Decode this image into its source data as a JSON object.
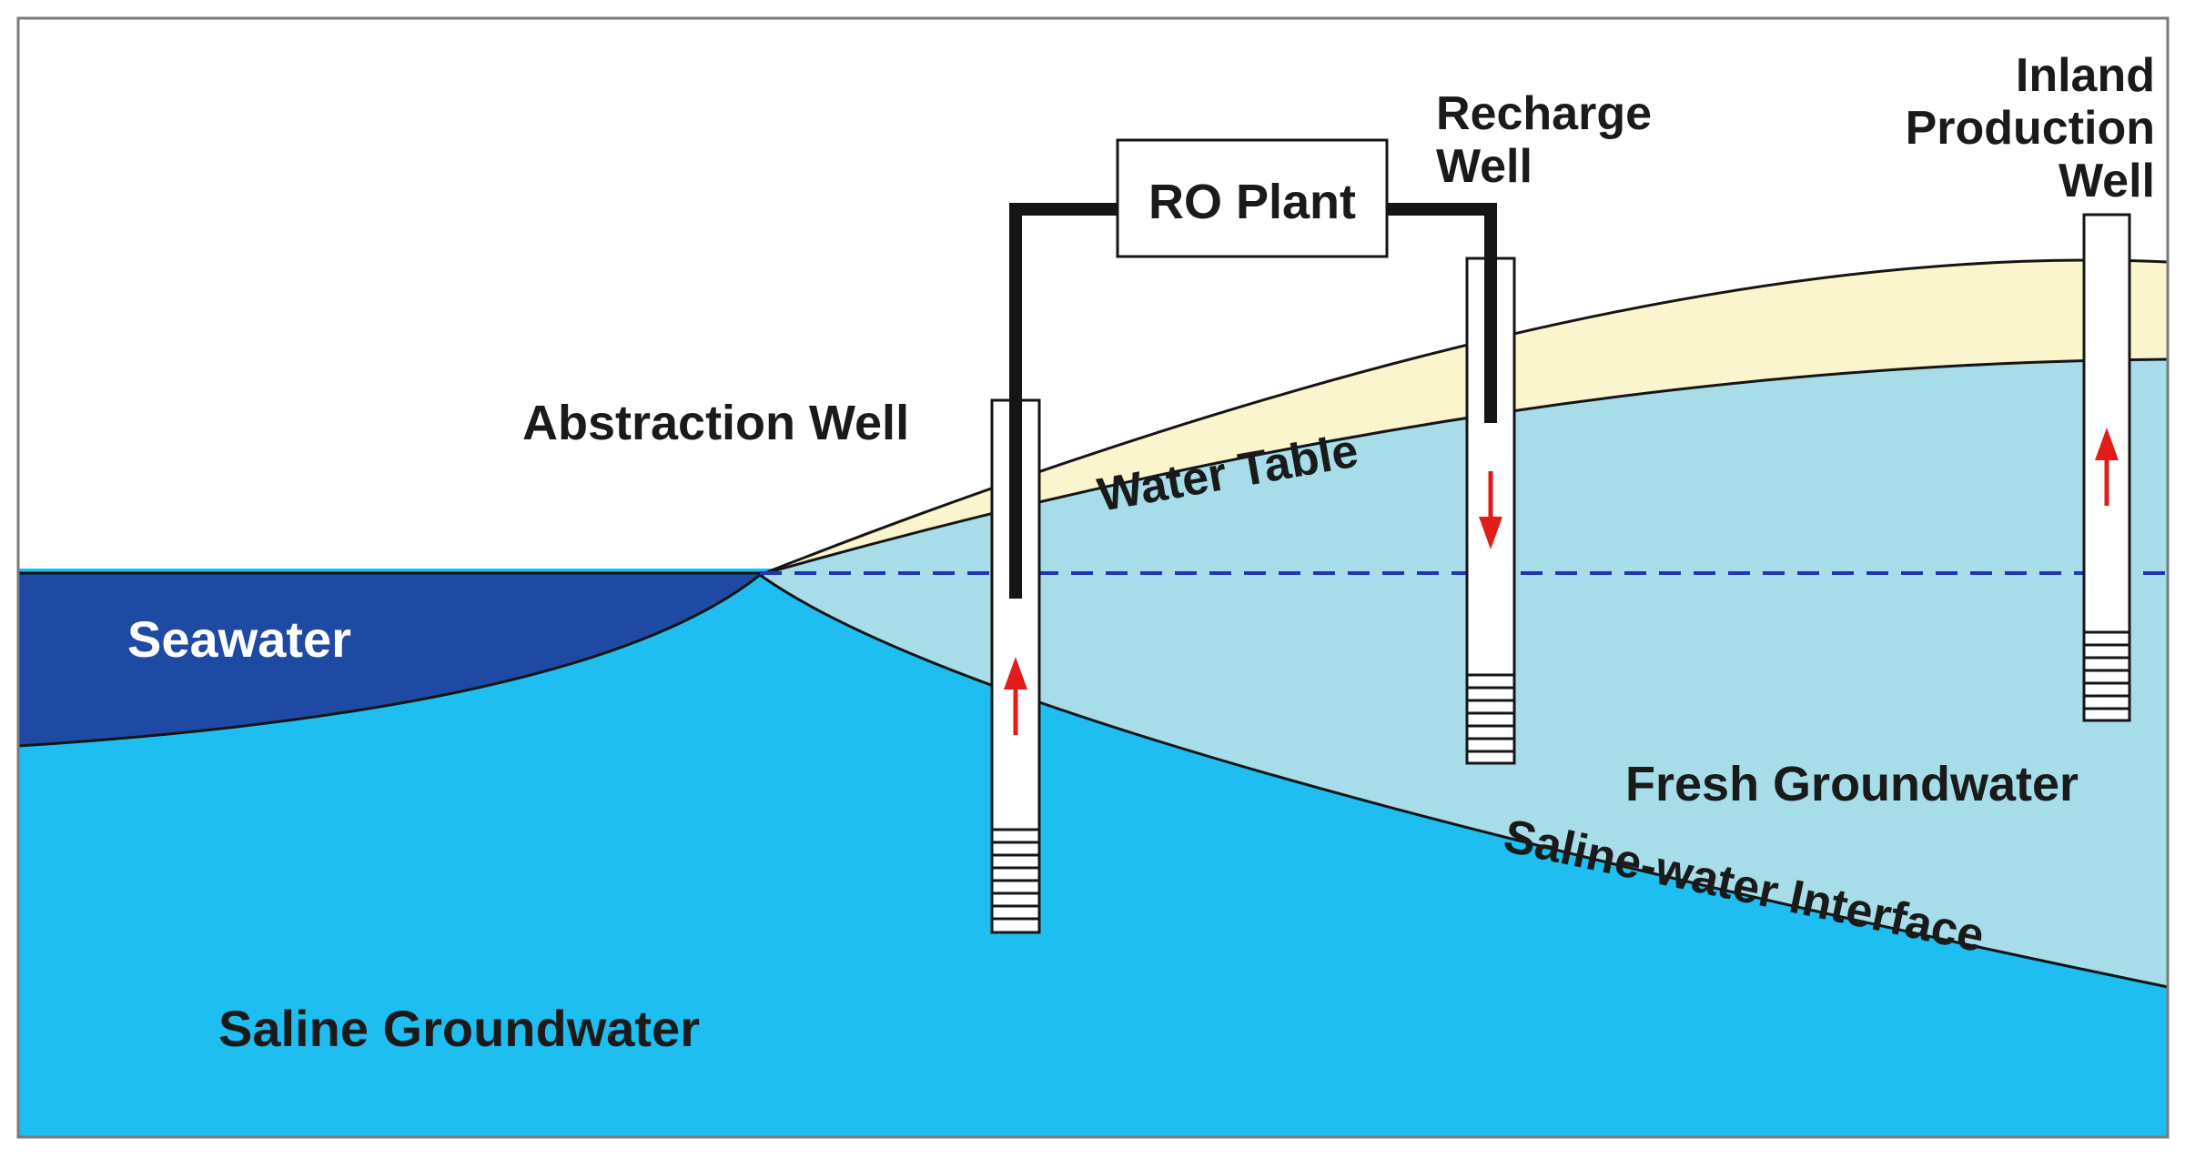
{
  "labels": {
    "seawater": "Seawater",
    "saline_groundwater": "Saline Groundwater",
    "fresh_groundwater": "Fresh Groundwater",
    "interface": "Saline-water Interface",
    "water_table": "Water Table",
    "ro_plant": "RO Plant",
    "abstraction_well": "Abstraction Well",
    "recharge_well_line1": "Recharge",
    "recharge_well_line2": "Well",
    "inland_line1": "Inland",
    "inland_line2": "Production",
    "inland_line3": "Well"
  },
  "colors": {
    "seawater": "#1f4aa3",
    "saline_groundwater": "#1ebef0",
    "fresh_groundwater": "#a6dde9",
    "unsaturated_zone": "#faf5cc",
    "pipe": "#151515",
    "flow_arrow": "#e21b1b",
    "sea_level_line": "#2233bb",
    "frame": "#7a7a7a",
    "dark_text": "#1a1a1a",
    "light_text": "#ffffff"
  },
  "flow_directions": {
    "abstraction_well": "up",
    "recharge_well": "down",
    "inland_production_well": "up"
  }
}
